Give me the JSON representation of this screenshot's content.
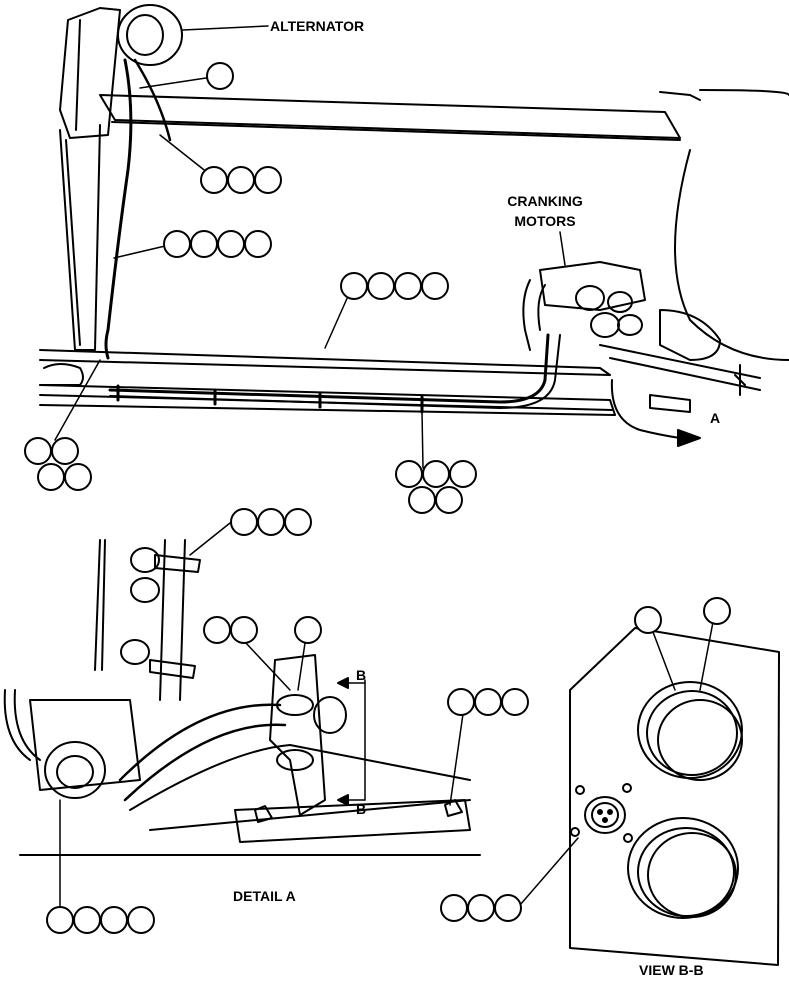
{
  "labels": {
    "alternator": "ALTERNATOR",
    "cranking_motors_line1": "CRANKING",
    "cranking_motors_line2": "MOTORS",
    "view_a_marker": "A",
    "section_b_top": "B",
    "section_b_bottom": "B",
    "detail_a": "DETAIL A",
    "view_bb": "VIEW B-B"
  },
  "callout_groups": [
    {
      "id": "alternator-top",
      "count": 1
    },
    {
      "id": "alternator-harness",
      "count": 3
    },
    {
      "id": "frame-upright",
      "count": 4
    },
    {
      "id": "frame-rail-upper",
      "count": 4
    },
    {
      "id": "left-clip",
      "count": 4
    },
    {
      "id": "lower-rail-clip",
      "count": 5
    },
    {
      "id": "detail-a-top-clamp",
      "count": 3
    },
    {
      "id": "detail-a-bracket-left",
      "count": 2
    },
    {
      "id": "detail-a-bracket-right",
      "count": 1
    },
    {
      "id": "detail-a-right-clip",
      "count": 3
    },
    {
      "id": "detail-a-bottom-left",
      "count": 4
    },
    {
      "id": "view-bb-receptacle-left",
      "count": 1
    },
    {
      "id": "view-bb-receptacle-right",
      "count": 1
    },
    {
      "id": "view-bb-connector",
      "count": 3
    }
  ],
  "colors": {
    "line": "#000000",
    "background": "#ffffff"
  }
}
